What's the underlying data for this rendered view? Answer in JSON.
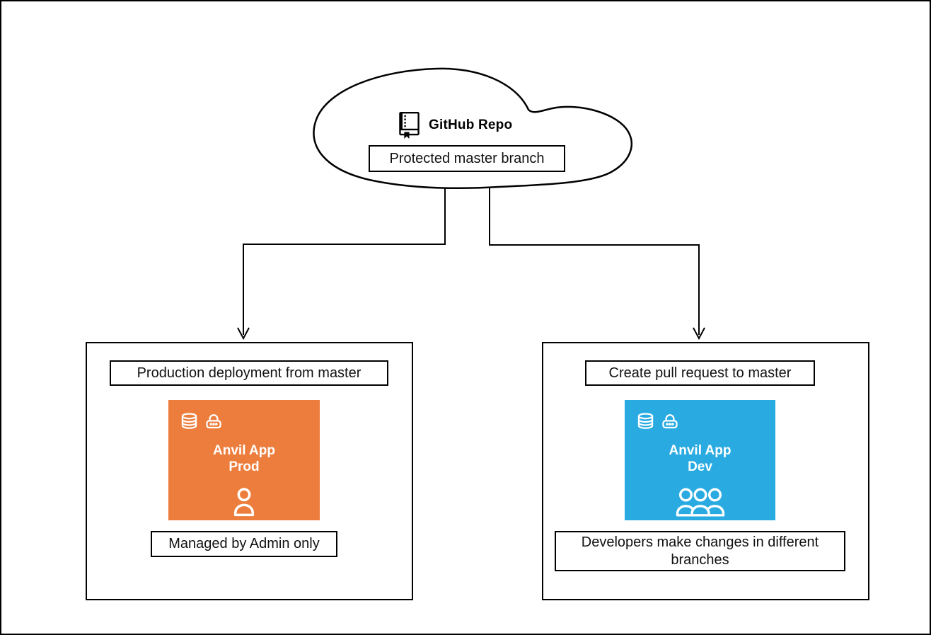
{
  "cloud": {
    "title": "GitHub Repo",
    "subtitle": "Protected master branch"
  },
  "prod_panel": {
    "top_label": "Production deployment from master",
    "card_title_line1": "Anvil App",
    "card_title_line2": "Prod",
    "bottom_label": "Managed by Admin only"
  },
  "dev_panel": {
    "top_label": "Create pull request to master",
    "card_title_line1": "Anvil App",
    "card_title_line2": "Dev",
    "bottom_label": "Developers make changes in different branches"
  },
  "colors": {
    "prod_card": "#ED7D3C",
    "dev_card": "#29ABE2",
    "card_text": "#FFFFFF",
    "line": "#000000"
  },
  "icons": {
    "repo": "github-repo-book-icon",
    "database": "database-cylinder-icon",
    "lock": "password-lock-icon",
    "user": "single-user-icon",
    "users": "user-group-icon"
  }
}
